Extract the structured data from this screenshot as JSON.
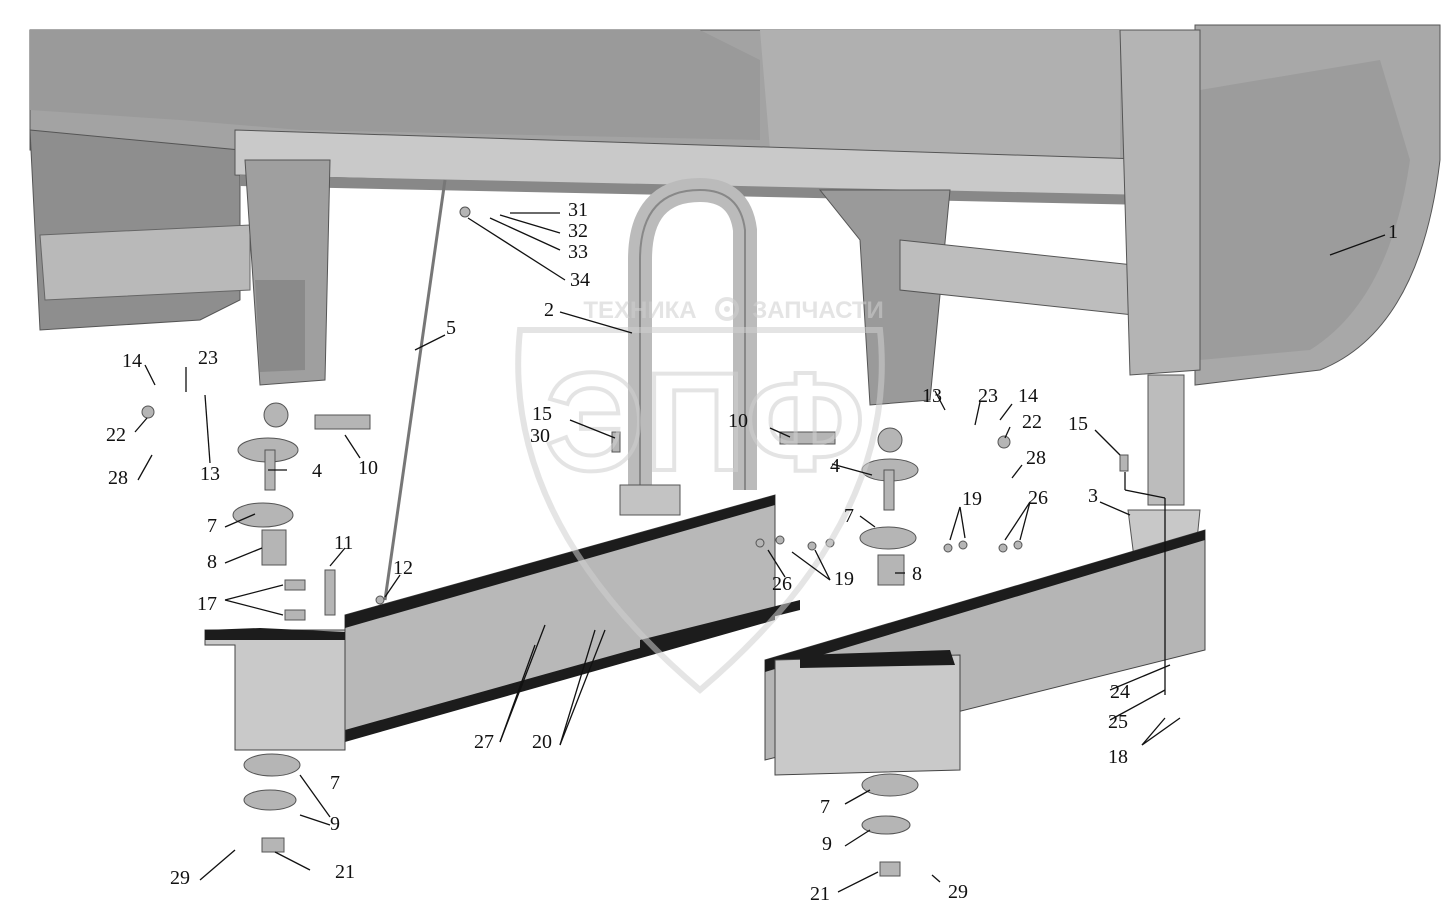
{
  "watermark": {
    "top_left": "ТЕХНИКА",
    "top_right": "ЗАПЧАСТИ",
    "gear": "gear-icon",
    "logo": "ЭПФ"
  },
  "callouts": [
    {
      "id": "c1",
      "text": "1"
    },
    {
      "id": "c2",
      "text": "2"
    },
    {
      "id": "c3",
      "text": "3"
    },
    {
      "id": "c4a",
      "text": "4"
    },
    {
      "id": "c4b",
      "text": "4"
    },
    {
      "id": "c5",
      "text": "5"
    },
    {
      "id": "c7a",
      "text": "7"
    },
    {
      "id": "c7b",
      "text": "7"
    },
    {
      "id": "c7c",
      "text": "7"
    },
    {
      "id": "c7d",
      "text": "7"
    },
    {
      "id": "c8a",
      "text": "8"
    },
    {
      "id": "c8b",
      "text": "8"
    },
    {
      "id": "c9a",
      "text": "9"
    },
    {
      "id": "c9b",
      "text": "9"
    },
    {
      "id": "c10a",
      "text": "10"
    },
    {
      "id": "c10b",
      "text": "10"
    },
    {
      "id": "c11",
      "text": "11"
    },
    {
      "id": "c12",
      "text": "12"
    },
    {
      "id": "c13a",
      "text": "13"
    },
    {
      "id": "c13b",
      "text": "13"
    },
    {
      "id": "c14a",
      "text": "14"
    },
    {
      "id": "c14b",
      "text": "14"
    },
    {
      "id": "c15a",
      "text": "15"
    },
    {
      "id": "c15b",
      "text": "15"
    },
    {
      "id": "c17",
      "text": "17"
    },
    {
      "id": "c18",
      "text": "18"
    },
    {
      "id": "c19a",
      "text": "19"
    },
    {
      "id": "c19b",
      "text": "19"
    },
    {
      "id": "c20",
      "text": "20"
    },
    {
      "id": "c21a",
      "text": "21"
    },
    {
      "id": "c21b",
      "text": "21"
    },
    {
      "id": "c22a",
      "text": "22"
    },
    {
      "id": "c22b",
      "text": "22"
    },
    {
      "id": "c23a",
      "text": "23"
    },
    {
      "id": "c23b",
      "text": "23"
    },
    {
      "id": "c24",
      "text": "24"
    },
    {
      "id": "c25",
      "text": "25"
    },
    {
      "id": "c26a",
      "text": "26"
    },
    {
      "id": "c26b",
      "text": "26"
    },
    {
      "id": "c27",
      "text": "27"
    },
    {
      "id": "c28a",
      "text": "28"
    },
    {
      "id": "c28b",
      "text": "28"
    },
    {
      "id": "c29a",
      "text": "29"
    },
    {
      "id": "c29b",
      "text": "29"
    },
    {
      "id": "c30",
      "text": "30"
    },
    {
      "id": "c31",
      "text": "31"
    },
    {
      "id": "c32",
      "text": "32"
    },
    {
      "id": "c33",
      "text": "33"
    },
    {
      "id": "c34",
      "text": "34"
    }
  ],
  "colors": {
    "body": "#a3a3a3",
    "body_dark": "#7e7e7e",
    "body_light": "#c6c6c6",
    "beam_top": "#1c1c1c",
    "part": "#b5b5b5",
    "watermark": "#cfcfcf"
  }
}
